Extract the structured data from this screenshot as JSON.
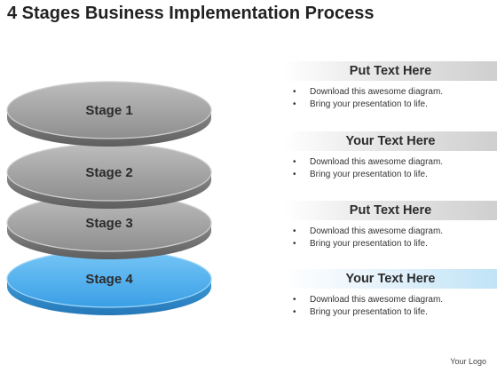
{
  "title": "4 Stages Business Implementation Process",
  "colors": {
    "disc_gray": "#a8a8a8",
    "disc_highlight": "#4aaef0"
  },
  "stages": [
    {
      "label": "Stage 1",
      "highlight": false
    },
    {
      "label": "Stage 2",
      "highlight": false
    },
    {
      "label": "Stage 3",
      "highlight": false
    },
    {
      "label": "Stage 4",
      "highlight": true
    }
  ],
  "panels": [
    {
      "heading": "Put Text Here",
      "highlight": false,
      "bullets": [
        "Download this awesome diagram.",
        "Bring your presentation to life."
      ]
    },
    {
      "heading": "Your Text Here",
      "highlight": false,
      "bullets": [
        "Download this awesome diagram.",
        "Bring your presentation to life."
      ]
    },
    {
      "heading": "Put Text Here",
      "highlight": false,
      "bullets": [
        "Download this awesome diagram.",
        "Bring your presentation to life."
      ]
    },
    {
      "heading": "Your Text Here",
      "highlight": true,
      "bullets": [
        "Download this awesome diagram.",
        "Bring your presentation to life."
      ]
    }
  ],
  "bullet_glyph": "•",
  "logo": "Your Logo"
}
